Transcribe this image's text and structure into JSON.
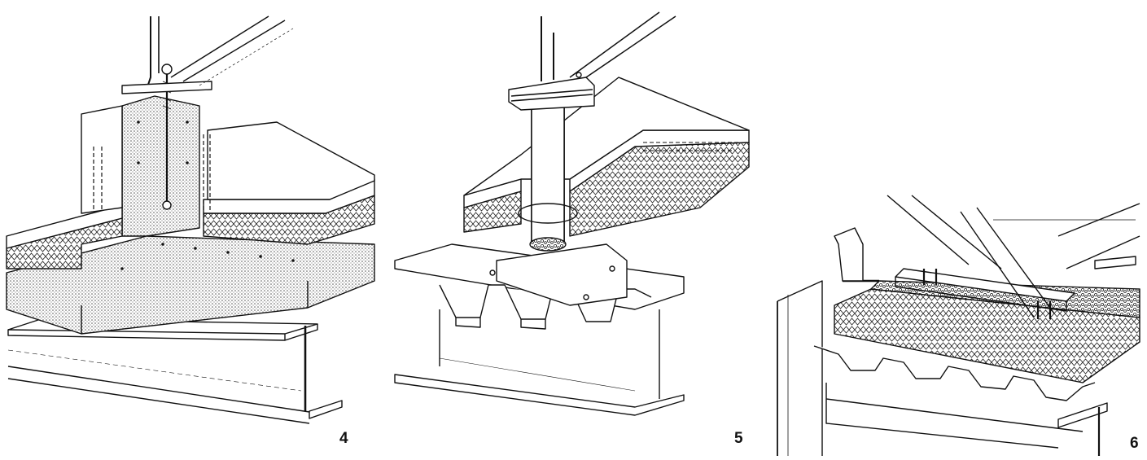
{
  "figures": [
    {
      "id": "detail-4",
      "label": "4"
    },
    {
      "id": "detail-5",
      "label": "5"
    },
    {
      "id": "detail-6",
      "label": "6"
    }
  ],
  "colors": {
    "ink": "#111111",
    "paper": "#ffffff",
    "stipple": "#9a9a9a"
  }
}
